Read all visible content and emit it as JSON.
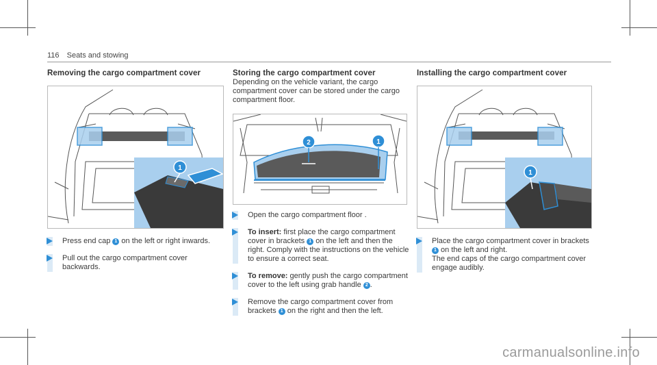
{
  "header": {
    "page_number": "116",
    "section": "Seats and stowing"
  },
  "col1": {
    "title": "Removing the cargo compartment cover",
    "steps": [
      {
        "pre": "Press end cap ",
        "badge": "1",
        "post": " on the left or right inwards."
      },
      {
        "text": "Pull out the cargo compartment cover backwards."
      }
    ]
  },
  "col2": {
    "title": "Storing the cargo compartment cover",
    "intro": "Depending on the vehicle variant, the cargo compartment cover can be stored under the cargo compartment floor.",
    "steps": [
      {
        "text": "Open the cargo compartment floor ."
      },
      {
        "bold": "To insert:",
        "pre": " first place the cargo compartment cover in brackets ",
        "badge": "1",
        "post": " on the left and then the right. Comply with the instructions on the vehicle to ensure a correct seat."
      },
      {
        "bold": "To remove:",
        "pre": " gently push the cargo compartment cover to the left using grab handle ",
        "badge": "2",
        "post": "."
      },
      {
        "pre": "Remove the cargo compartment cover from brackets ",
        "badge": "1",
        "post": " on the right and then the left."
      }
    ]
  },
  "col3": {
    "title": "Installing the cargo compartment cover",
    "steps": [
      {
        "pre": "Place the cargo compartment cover in brackets ",
        "badge": "1",
        "post": " on the left and right."
      },
      {
        "text": "The end caps of the cargo compartment cover engage audibly."
      }
    ]
  },
  "figures": {
    "fig1_callout": "1",
    "fig2_callouts": [
      "2",
      "1"
    ],
    "fig3_callout": "1",
    "accent": "#2f8fd6",
    "highlight": "#a9cfee"
  },
  "watermark": "carmanualsonline.info"
}
